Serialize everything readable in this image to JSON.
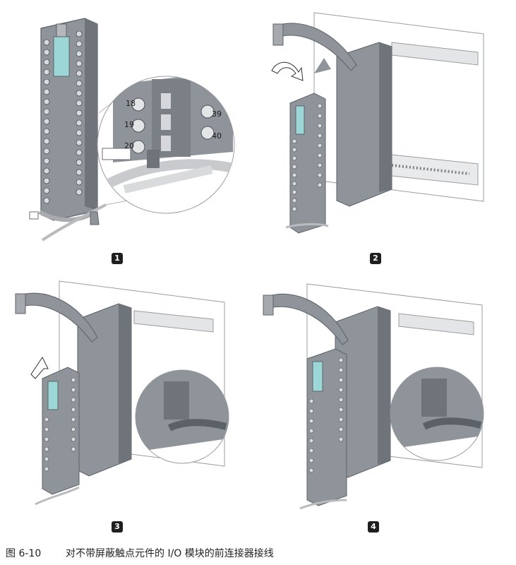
{
  "figure": {
    "number": "图 6-10",
    "title": "对不带屏蔽触点元件的 I/O 模块的前连接器接线"
  },
  "steps": [
    "1",
    "2",
    "3",
    "4"
  ],
  "detail_terminal_numbers": [
    "18",
    "19",
    "20",
    "39",
    "40"
  ],
  "colors": {
    "module_gray": "#8f949a",
    "module_dark": "#5c6168",
    "rail_gray": "#c7c9cc",
    "label_teal": "#9cd6d6",
    "outline": "#6a6d72",
    "badge": "#1f1f1f"
  }
}
